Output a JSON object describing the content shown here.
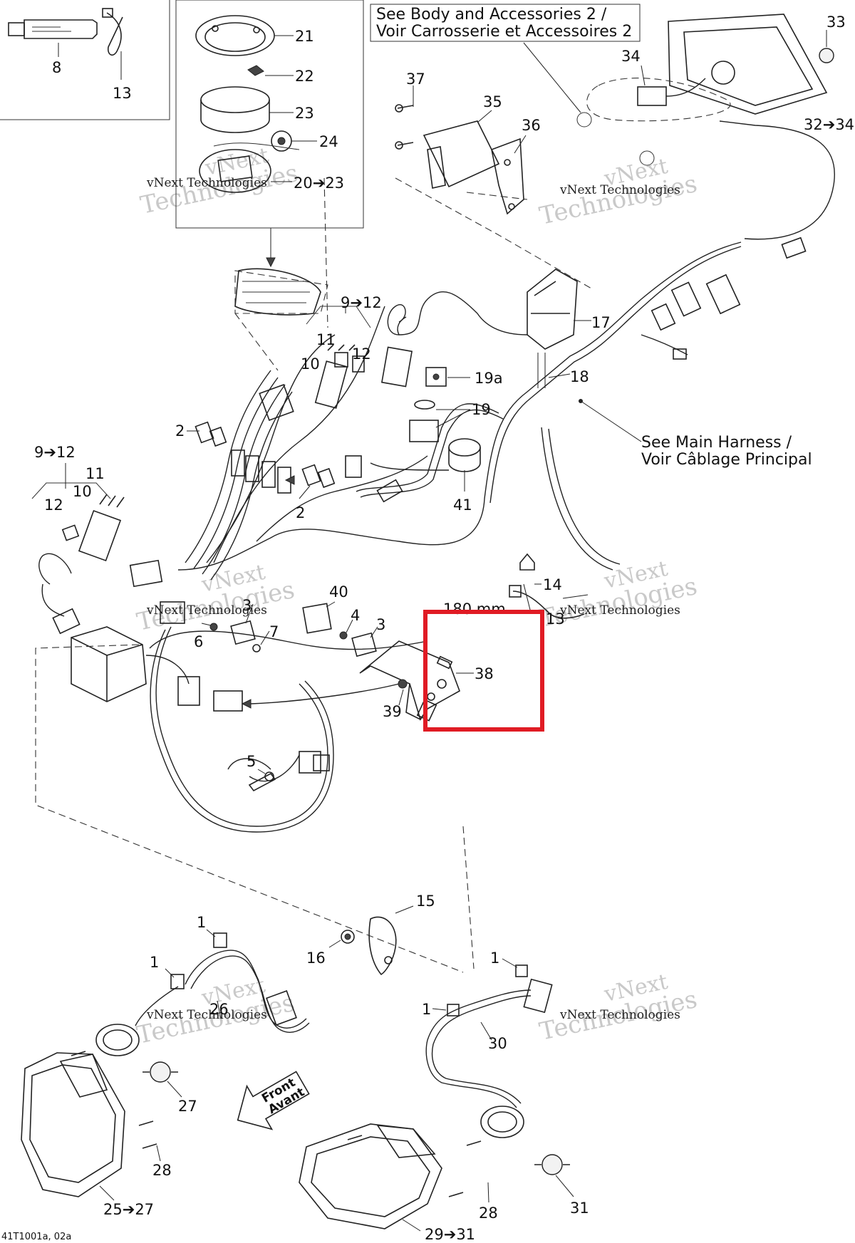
{
  "callouts": [
    {
      "id": "c8",
      "text": "8"
    },
    {
      "id": "c13a",
      "text": "13"
    },
    {
      "id": "c21",
      "text": "21"
    },
    {
      "id": "c22",
      "text": "22"
    },
    {
      "id": "c23",
      "text": "23"
    },
    {
      "id": "c24",
      "text": "24"
    },
    {
      "id": "c20_23",
      "text": "20➔23"
    },
    {
      "id": "c37",
      "text": "37"
    },
    {
      "id": "c35",
      "text": "35"
    },
    {
      "id": "c36",
      "text": "36"
    },
    {
      "id": "c34",
      "text": "34"
    },
    {
      "id": "c33",
      "text": "33"
    },
    {
      "id": "c32_34",
      "text": "32➔34"
    },
    {
      "id": "c9_12a",
      "text": "9➔12"
    },
    {
      "id": "c11a",
      "text": "11"
    },
    {
      "id": "c10a",
      "text": "10"
    },
    {
      "id": "c12a",
      "text": "12"
    },
    {
      "id": "c17",
      "text": "17"
    },
    {
      "id": "c18",
      "text": "18"
    },
    {
      "id": "c19a",
      "text": "19a"
    },
    {
      "id": "c19",
      "text": "19"
    },
    {
      "id": "c2a",
      "text": "2"
    },
    {
      "id": "c2b",
      "text": "2"
    },
    {
      "id": "c41",
      "text": "41"
    },
    {
      "id": "c9_12b",
      "text": "9➔12"
    },
    {
      "id": "c11b",
      "text": "11"
    },
    {
      "id": "c10b",
      "text": "10"
    },
    {
      "id": "c12b",
      "text": "12"
    },
    {
      "id": "c40",
      "text": "40"
    },
    {
      "id": "c4",
      "text": "4"
    },
    {
      "id": "c3a",
      "text": "3"
    },
    {
      "id": "c3b",
      "text": "3"
    },
    {
      "id": "c14",
      "text": "14"
    },
    {
      "id": "c180",
      "text": "180 mm"
    },
    {
      "id": "c13b",
      "text": "13"
    },
    {
      "id": "c6",
      "text": "6"
    },
    {
      "id": "c7",
      "text": "7"
    },
    {
      "id": "c38",
      "text": "38"
    },
    {
      "id": "c39",
      "text": "39"
    },
    {
      "id": "c5",
      "text": "5"
    },
    {
      "id": "c15",
      "text": "15"
    },
    {
      "id": "c16",
      "text": "16"
    },
    {
      "id": "c1a",
      "text": "1"
    },
    {
      "id": "c1b",
      "text": "1"
    },
    {
      "id": "c1c",
      "text": "1"
    },
    {
      "id": "c1d",
      "text": "1"
    },
    {
      "id": "c26",
      "text": "26"
    },
    {
      "id": "c30",
      "text": "30"
    },
    {
      "id": "c27",
      "text": "27"
    },
    {
      "id": "c28a",
      "text": "28"
    },
    {
      "id": "c28b",
      "text": "28"
    },
    {
      "id": "c25_27",
      "text": "25➔27"
    },
    {
      "id": "c29_31",
      "text": "29➔31"
    },
    {
      "id": "c31",
      "text": "31"
    }
  ],
  "notes": {
    "body_accessories_line1": "See Body and Accessories 2 /",
    "body_accessories_line2": "Voir Carrosserie et Accessoires 2",
    "main_harness_line1": "See Main Harness /",
    "main_harness_line2": "Voir Câblage Principal",
    "front_line1": "Front",
    "front_line2": "Avant"
  },
  "watermarks": {
    "line1": "vNext",
    "line2": "Technologies",
    "small": "vNext Technologies"
  },
  "drawing_ref": "41T1001a, 02a",
  "highlight": {
    "label": "38",
    "color": "#e01b24"
  }
}
